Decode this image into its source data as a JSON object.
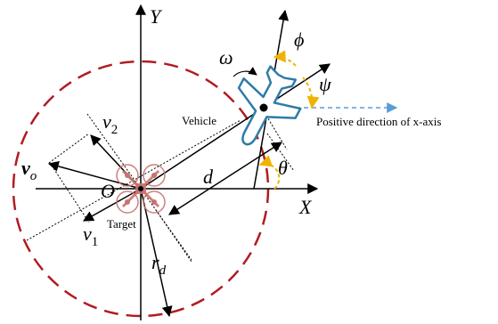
{
  "labels": {
    "y_axis": "Y",
    "x_axis": "X",
    "origin": "O",
    "omega": "ω",
    "phi": "ϕ",
    "psi": "ψ",
    "theta": "θ",
    "distance": "d",
    "radius_base": "r",
    "radius_sub": "d",
    "v_o_base": "v",
    "v_o_sub": "o",
    "v1_base": "v",
    "v1_sub": "1",
    "v2_base": "v",
    "v2_sub": "2",
    "vehicle": "Vehicle",
    "target": "Target",
    "positive_x": "Positive direction of x-axis"
  },
  "colors": {
    "circle": "#b01c22",
    "vehicle": "#2e7ba8",
    "angle_arc": "#f0b400",
    "x_direction": "#5b9bd5",
    "target_drone": "#c9736e",
    "ink": "#000000"
  },
  "icons": {
    "vehicle": "airplane-icon",
    "target": "quadcopter-icon"
  }
}
